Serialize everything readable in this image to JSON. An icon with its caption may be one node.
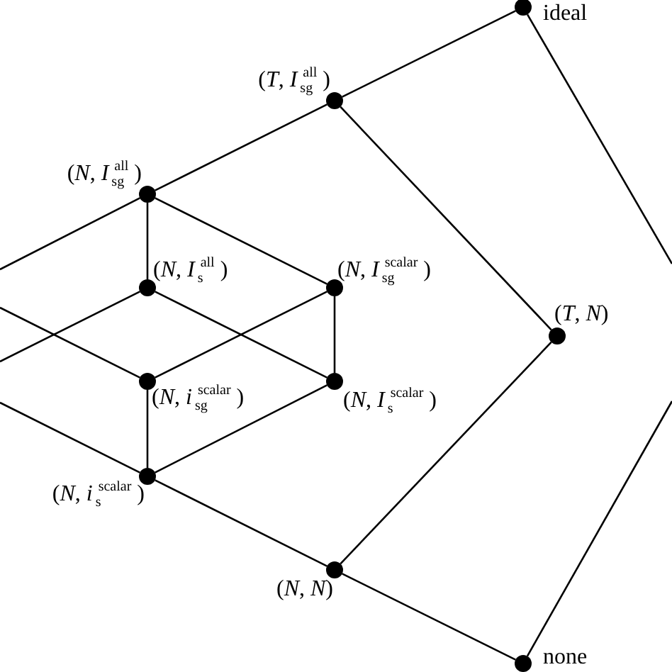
{
  "diagram": {
    "nodes": [
      {
        "text": [
          "ideal"
        ]
      },
      {
        "text": [
          "(*T*, *I*$_{sg}$$^{all}$)"
        ]
      },
      {
        "text": [
          "(*N*, *I*$_{sg}$$^{all}$)"
        ]
      },
      {
        "text": [
          "(*N*, *I*$_{s}$$^{all}$)"
        ]
      },
      {
        "text": [
          "(*N*, *I*$_{sg}$$^{scalar}$)"
        ]
      },
      {
        "text": [
          "(*T*, *N*)"
        ]
      },
      {
        "text": [
          "(*N*, *i*$_{sg}$$^{scalar}$)"
        ]
      },
      {
        "text": [
          "(*N*, *I*$_{s}$$^{scalar}$)"
        ]
      },
      {
        "text": [
          "(*N*, *i*$_{s}$$^{scalar}$)"
        ]
      },
      {
        "text": [
          "(*N*, *N*)"
        ]
      },
      {
        "text": [
          "none"
        ]
      }
    ],
    "edges": [
      {
        "from": 1,
        "to": 0,
        "arrow": "none"
      },
      {
        "from": 0,
        "to": null,
        "arrow": "none"
      },
      {
        "from": 2,
        "to": 1,
        "arrow": "none"
      },
      {
        "from": 1,
        "to": 5,
        "arrow": "none"
      },
      {
        "from": null,
        "to": 2,
        "arrow": "none"
      },
      {
        "from": 2,
        "to": 3,
        "arrow": "none"
      },
      {
        "from": 2,
        "to": 4,
        "arrow": "none"
      },
      {
        "from": 3,
        "to": null,
        "arrow": "none"
      },
      {
        "from": 3,
        "to": 7,
        "arrow": "none"
      },
      {
        "from": null,
        "to": 6,
        "arrow": "none"
      },
      {
        "from": 4,
        "to": 6,
        "arrow": "none"
      },
      {
        "from": 4,
        "to": 7,
        "arrow": "none"
      },
      {
        "from": 6,
        "to": 8,
        "arrow": "none"
      },
      {
        "from": 7,
        "to": 8,
        "arrow": "none"
      },
      {
        "from": null,
        "to": 8,
        "arrow": "none"
      },
      {
        "from": 8,
        "to": 9,
        "arrow": "none"
      },
      {
        "from": 9,
        "to": 5,
        "arrow": "none"
      },
      {
        "from": 9,
        "to": 10,
        "arrow": "none"
      },
      {
        "from": 10,
        "to": null,
        "arrow": "none"
      }
    ]
  }
}
